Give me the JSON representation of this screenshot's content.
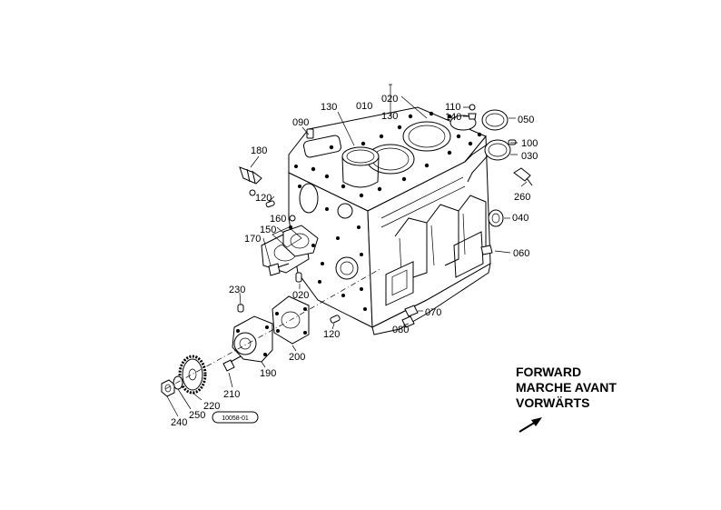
{
  "parts": [
    {
      "id": "p010",
      "text": "010"
    },
    {
      "id": "p020a",
      "text": "020"
    },
    {
      "id": "p130a",
      "text": "130"
    },
    {
      "id": "p130",
      "text": "130"
    },
    {
      "id": "p090",
      "text": "090"
    },
    {
      "id": "p110",
      "text": "110"
    },
    {
      "id": "p140",
      "text": "140"
    },
    {
      "id": "p050",
      "text": "050"
    },
    {
      "id": "p100",
      "text": "100"
    },
    {
      "id": "p030",
      "text": "030"
    },
    {
      "id": "p180",
      "text": "180"
    },
    {
      "id": "p260",
      "text": "260"
    },
    {
      "id": "p120a",
      "text": "120"
    },
    {
      "id": "p160",
      "text": "160"
    },
    {
      "id": "p150",
      "text": "150"
    },
    {
      "id": "p040",
      "text": "040"
    },
    {
      "id": "p170",
      "text": "170"
    },
    {
      "id": "p060",
      "text": "060"
    },
    {
      "id": "p020b",
      "text": "020"
    },
    {
      "id": "p230",
      "text": "230"
    },
    {
      "id": "p070",
      "text": "070"
    },
    {
      "id": "p080",
      "text": "080"
    },
    {
      "id": "p120b",
      "text": "120"
    },
    {
      "id": "p200",
      "text": "200"
    },
    {
      "id": "p190",
      "text": "190"
    },
    {
      "id": "p210",
      "text": "210"
    },
    {
      "id": "p220",
      "text": "220"
    },
    {
      "id": "p250",
      "text": "250"
    },
    {
      "id": "p240",
      "text": "240"
    }
  ],
  "drawing_code": "10058-01",
  "direction": {
    "line1": "FORWARD",
    "line2": "MARCHE AVANT",
    "line3": "VORWÄRTS"
  }
}
